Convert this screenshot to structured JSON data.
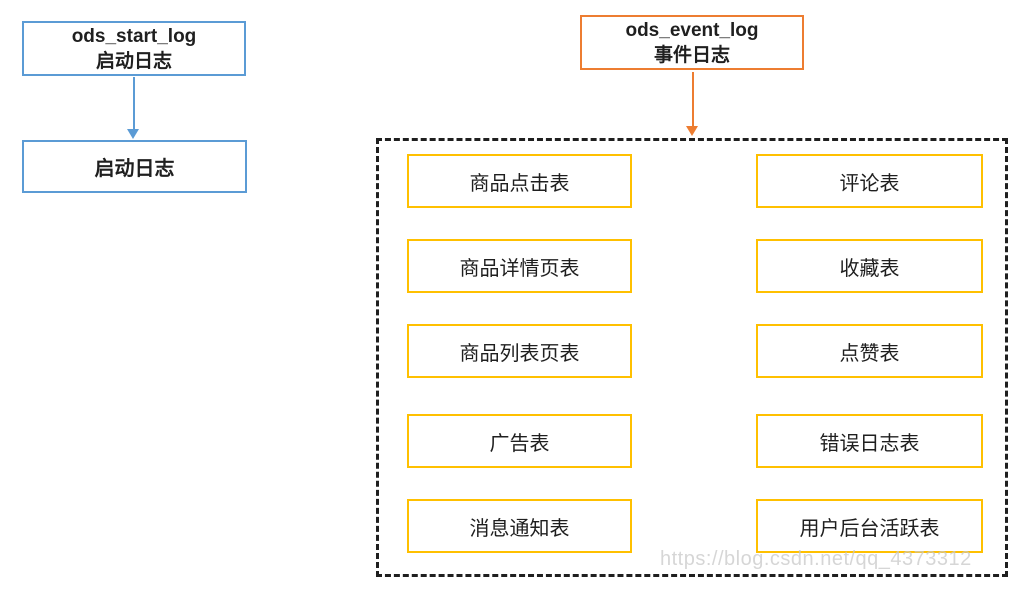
{
  "start_log": {
    "source": {
      "line1": "ods_start_log",
      "line2": "启动日志"
    },
    "target": {
      "label": "启动日志"
    },
    "accent_color": "#5B9BD5"
  },
  "event_log": {
    "source": {
      "line1": "ods_event_log",
      "line2": "事件日志"
    },
    "accent_color": "#ED7D31",
    "table_border_color": "#FFC000",
    "tables_left": [
      "商品点击表",
      "商品详情页表",
      "商品列表页表",
      "广告表",
      "消息通知表"
    ],
    "tables_right": [
      "评论表",
      "收藏表",
      "点赞表",
      "错误日志表",
      "用户后台活跃表"
    ]
  },
  "watermark": "https://blog.csdn.net/qq_4373312"
}
